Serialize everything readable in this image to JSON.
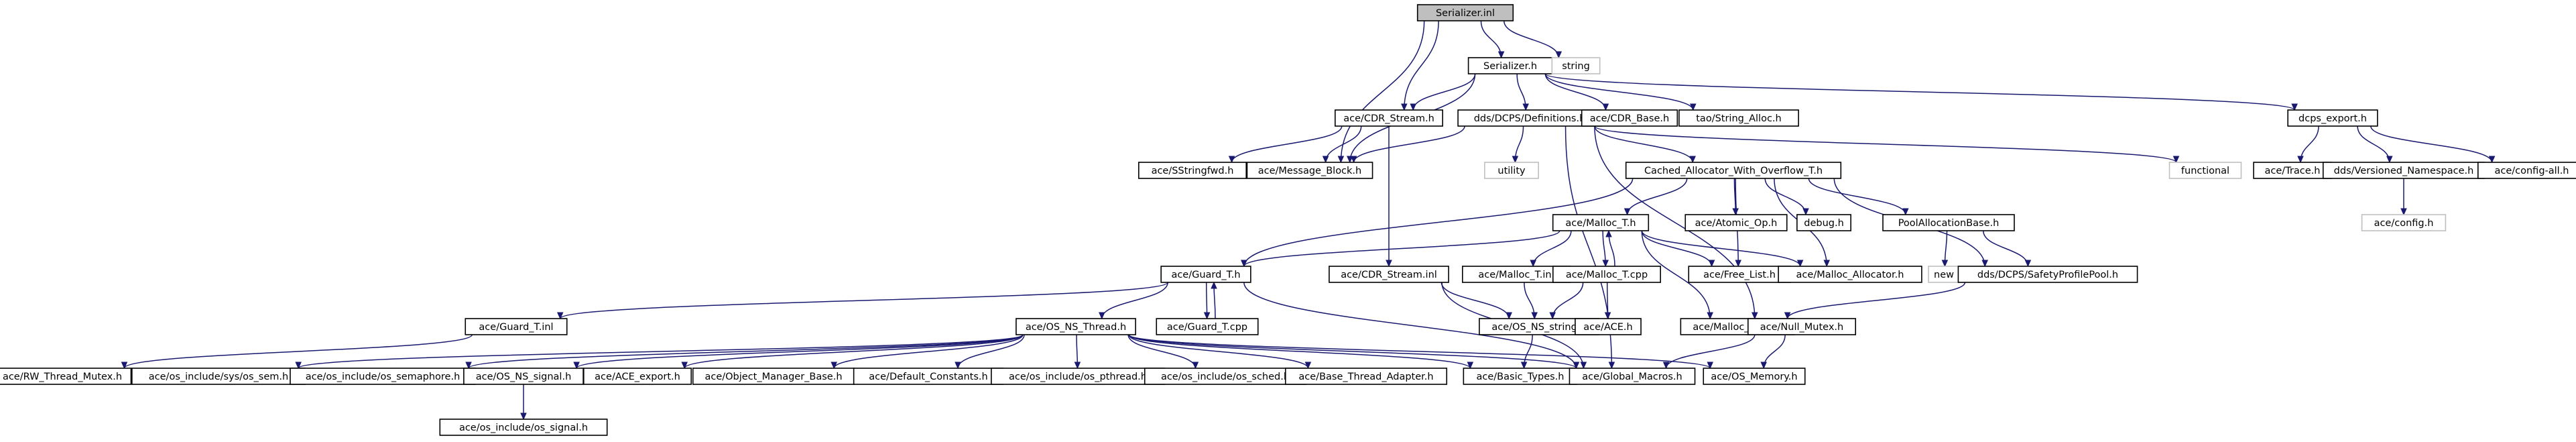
{
  "diagram": {
    "root": "Serializer.inl",
    "edge_color": "#191970",
    "root_fill": "#bfbfbf",
    "external_border_color": "#bfbfbf",
    "nodes": [
      {
        "id": "serializer_inl",
        "label": "Serializer.inl",
        "kind": "root"
      },
      {
        "id": "serializer_h",
        "label": "Serializer.h",
        "kind": "file"
      },
      {
        "id": "string",
        "label": "string",
        "kind": "external"
      },
      {
        "id": "cdr_stream_h",
        "label": "ace/CDR_Stream.h",
        "kind": "file"
      },
      {
        "id": "message_block_h",
        "label": "ace/Message_Block.h",
        "kind": "file"
      },
      {
        "id": "definitions_h",
        "label": "dds/DCPS/Definitions.h",
        "kind": "file"
      },
      {
        "id": "cdr_base_h",
        "label": "ace/CDR_Base.h",
        "kind": "file"
      },
      {
        "id": "string_alloc_h",
        "label": "tao/String_Alloc.h",
        "kind": "file"
      },
      {
        "id": "dcps_export_h",
        "label": "dcps_export.h",
        "kind": "file"
      },
      {
        "id": "sstringfwd_h",
        "label": "ace/SStringfwd.h",
        "kind": "file"
      },
      {
        "id": "utility",
        "label": "utility",
        "kind": "external"
      },
      {
        "id": "cached_alloc_h",
        "label": "Cached_Allocator_With_Overflow_T.h",
        "kind": "file"
      },
      {
        "id": "functional",
        "label": "functional",
        "kind": "external"
      },
      {
        "id": "trace_h",
        "label": "ace/Trace.h",
        "kind": "file"
      },
      {
        "id": "versioned_ns_h",
        "label": "dds/Versioned_Namespace.h",
        "kind": "file"
      },
      {
        "id": "config_all_h",
        "label": "ace/config-all.h",
        "kind": "file"
      },
      {
        "id": "ace_config_h",
        "label": "ace/config.h",
        "kind": "external"
      },
      {
        "id": "malloc_t_h",
        "label": "ace/Malloc_T.h",
        "kind": "file"
      },
      {
        "id": "atomic_op_h",
        "label": "ace/Atomic_Op.h",
        "kind": "file"
      },
      {
        "id": "debug_h",
        "label": "debug.h",
        "kind": "file"
      },
      {
        "id": "pool_alloc_base_h",
        "label": "PoolAllocationBase.h",
        "kind": "file"
      },
      {
        "id": "guard_t_h",
        "label": "ace/Guard_T.h",
        "kind": "file"
      },
      {
        "id": "cdr_stream_inl",
        "label": "ace/CDR_Stream.inl",
        "kind": "file"
      },
      {
        "id": "malloc_t_inl",
        "label": "ace/Malloc_T.inl",
        "kind": "file"
      },
      {
        "id": "malloc_t_cpp",
        "label": "ace/Malloc_T.cpp",
        "kind": "file"
      },
      {
        "id": "free_list_h",
        "label": "ace/Free_List.h",
        "kind": "file"
      },
      {
        "id": "malloc_allocator_h",
        "label": "ace/Malloc_Allocator.h",
        "kind": "file"
      },
      {
        "id": "new",
        "label": "new",
        "kind": "external"
      },
      {
        "id": "safety_pool_h",
        "label": "dds/DCPS/SafetyProfilePool.h",
        "kind": "file"
      },
      {
        "id": "guard_t_inl",
        "label": "ace/Guard_T.inl",
        "kind": "file"
      },
      {
        "id": "os_ns_thread_h",
        "label": "ace/OS_NS_Thread.h",
        "kind": "file"
      },
      {
        "id": "guard_t_cpp",
        "label": "ace/Guard_T.cpp",
        "kind": "file"
      },
      {
        "id": "os_ns_string_h",
        "label": "ace/OS_NS_string.h",
        "kind": "file"
      },
      {
        "id": "ace_h",
        "label": "ace/ACE.h",
        "kind": "file"
      },
      {
        "id": "malloc_base_h",
        "label": "ace/Malloc_Base.h",
        "kind": "file"
      },
      {
        "id": "null_mutex_h",
        "label": "ace/Null_Mutex.h",
        "kind": "file"
      },
      {
        "id": "rw_thread_mutex_h",
        "label": "ace/RW_Thread_Mutex.h",
        "kind": "file"
      },
      {
        "id": "os_sys_sem_h",
        "label": "ace/os_include/sys/os_sem.h",
        "kind": "file"
      },
      {
        "id": "os_semaphore_h",
        "label": "ace/os_include/os_semaphore.h",
        "kind": "file"
      },
      {
        "id": "os_ns_signal_h",
        "label": "ace/OS_NS_signal.h",
        "kind": "file"
      },
      {
        "id": "ace_export_h",
        "label": "ace/ACE_export.h",
        "kind": "file"
      },
      {
        "id": "obj_mgr_base_h",
        "label": "ace/Object_Manager_Base.h",
        "kind": "file"
      },
      {
        "id": "default_constants_h",
        "label": "ace/Default_Constants.h",
        "kind": "file"
      },
      {
        "id": "os_pthread_h",
        "label": "ace/os_include/os_pthread.h",
        "kind": "file"
      },
      {
        "id": "os_sched_h",
        "label": "ace/os_include/os_sched.h",
        "kind": "file"
      },
      {
        "id": "base_thread_adapter_h",
        "label": "ace/Base_Thread_Adapter.h",
        "kind": "file"
      },
      {
        "id": "basic_types_h",
        "label": "ace/Basic_Types.h",
        "kind": "file"
      },
      {
        "id": "global_macros_h",
        "label": "ace/Global_Macros.h",
        "kind": "file"
      },
      {
        "id": "os_memory_h",
        "label": "ace/OS_Memory.h",
        "kind": "file"
      },
      {
        "id": "os_signal_h",
        "label": "ace/os_include/os_signal.h",
        "kind": "file"
      }
    ],
    "edges": [
      [
        "serializer_inl",
        "serializer_h"
      ],
      [
        "serializer_inl",
        "string"
      ],
      [
        "serializer_inl",
        "cdr_stream_h"
      ],
      [
        "serializer_inl",
        "message_block_h"
      ],
      [
        "serializer_h",
        "cdr_stream_h"
      ],
      [
        "serializer_h",
        "message_block_h"
      ],
      [
        "serializer_h",
        "definitions_h"
      ],
      [
        "serializer_h",
        "cdr_base_h"
      ],
      [
        "serializer_h",
        "string_alloc_h"
      ],
      [
        "serializer_h",
        "dcps_export_h"
      ],
      [
        "cdr_stream_h",
        "message_block_h"
      ],
      [
        "cdr_stream_h",
        "sstringfwd_h"
      ],
      [
        "cdr_stream_h",
        "cdr_stream_inl"
      ],
      [
        "definitions_h",
        "message_block_h"
      ],
      [
        "definitions_h",
        "utility"
      ],
      [
        "definitions_h",
        "cached_alloc_h"
      ],
      [
        "definitions_h",
        "functional"
      ],
      [
        "definitions_h",
        "null_mutex_h"
      ],
      [
        "definitions_h",
        "global_macros_h"
      ],
      [
        "dcps_export_h",
        "trace_h"
      ],
      [
        "dcps_export_h",
        "versioned_ns_h"
      ],
      [
        "dcps_export_h",
        "config_all_h"
      ],
      [
        "versioned_ns_h",
        "ace_config_h"
      ],
      [
        "cached_alloc_h",
        "guard_t_h"
      ],
      [
        "cached_alloc_h",
        "malloc_t_h"
      ],
      [
        "cached_alloc_h",
        "atomic_op_h"
      ],
      [
        "cached_alloc_h",
        "debug_h"
      ],
      [
        "cached_alloc_h",
        "pool_alloc_base_h"
      ],
      [
        "cached_alloc_h",
        "free_list_h"
      ],
      [
        "cached_alloc_h",
        "malloc_allocator_h"
      ],
      [
        "cached_alloc_h",
        "safety_pool_h"
      ],
      [
        "malloc_t_h",
        "guard_t_h"
      ],
      [
        "malloc_t_h",
        "malloc_t_inl"
      ],
      [
        "malloc_t_h",
        "malloc_t_cpp"
      ],
      [
        "malloc_t_h",
        "free_list_h"
      ],
      [
        "malloc_t_h",
        "malloc_allocator_h"
      ],
      [
        "malloc_t_h",
        "malloc_base_h"
      ],
      [
        "malloc_t_cpp",
        "malloc_t_h"
      ],
      [
        "malloc_t_cpp",
        "os_ns_string_h"
      ],
      [
        "malloc_t_cpp",
        "ace_h"
      ],
      [
        "malloc_t_inl",
        "os_ns_string_h"
      ],
      [
        "pool_alloc_base_h",
        "new"
      ],
      [
        "pool_alloc_base_h",
        "safety_pool_h"
      ],
      [
        "safety_pool_h",
        "malloc_base_h"
      ],
      [
        "guard_t_h",
        "guard_t_inl"
      ],
      [
        "guard_t_h",
        "os_ns_thread_h"
      ],
      [
        "guard_t_h",
        "guard_t_cpp"
      ],
      [
        "guard_t_h",
        "global_macros_h"
      ],
      [
        "guard_t_cpp",
        "guard_t_h"
      ],
      [
        "guard_t_inl",
        "rw_thread_mutex_h"
      ],
      [
        "cdr_stream_inl",
        "os_ns_string_h"
      ],
      [
        "cdr_stream_inl",
        "global_macros_h"
      ],
      [
        "os_ns_string_h",
        "basic_types_h"
      ],
      [
        "null_mutex_h",
        "global_macros_h"
      ],
      [
        "null_mutex_h",
        "os_memory_h"
      ],
      [
        "os_ns_thread_h",
        "os_sys_sem_h"
      ],
      [
        "os_ns_thread_h",
        "os_semaphore_h"
      ],
      [
        "os_ns_thread_h",
        "os_ns_signal_h"
      ],
      [
        "os_ns_thread_h",
        "ace_export_h"
      ],
      [
        "os_ns_thread_h",
        "obj_mgr_base_h"
      ],
      [
        "os_ns_thread_h",
        "default_constants_h"
      ],
      [
        "os_ns_thread_h",
        "os_pthread_h"
      ],
      [
        "os_ns_thread_h",
        "os_sched_h"
      ],
      [
        "os_ns_thread_h",
        "base_thread_adapter_h"
      ],
      [
        "os_ns_thread_h",
        "basic_types_h"
      ],
      [
        "os_ns_thread_h",
        "global_macros_h"
      ],
      [
        "os_ns_thread_h",
        "os_memory_h"
      ],
      [
        "os_ns_signal_h",
        "os_signal_h"
      ]
    ]
  }
}
